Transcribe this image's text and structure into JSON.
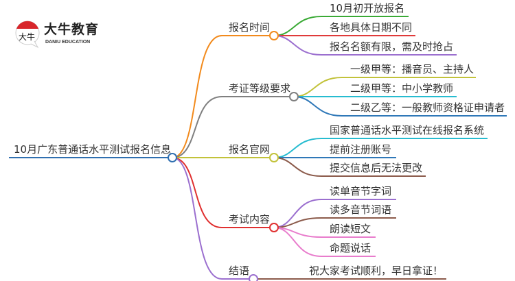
{
  "logo": {
    "name_cn": "大牛教育",
    "name_en": "DANIU EDUCATION",
    "mark": "大牛"
  },
  "root": {
    "label": "10月广东普通话水平测试报名信息",
    "color": "#2f6fb0"
  },
  "branches": [
    {
      "label": "报名时间",
      "color": "#f28a1c",
      "children": [
        {
          "label": "10月初开放报名",
          "color": "#3aaa35"
        },
        {
          "label": "各地具体日期不同",
          "color": "#e03a3a"
        },
        {
          "label": "报名名额有限，需及时抢占",
          "color": "#9b6fcf"
        }
      ]
    },
    {
      "label": "考证等级要求",
      "color": "#7f7f7f",
      "children": [
        {
          "label": "一级甲等：播音员、主持人",
          "color": "#c2c23a"
        },
        {
          "label": "二级甲等：中小学教师",
          "color": "#27bcd0"
        },
        {
          "label": "二级乙等：一般教师资格证申请者",
          "color": "#2f78b8"
        }
      ]
    },
    {
      "label": "报名官网",
      "color": "#c2c23a",
      "children": [
        {
          "label": "国家普通话水平测试在线报名系统",
          "color": "#27bcd0"
        },
        {
          "label": "提前注册账号",
          "color": "#2f78b8"
        },
        {
          "label": "提交信息后无法更改",
          "color": "#8b5a4a"
        }
      ]
    },
    {
      "label": "考试内容",
      "color": "#e03030",
      "children": [
        {
          "label": "读单音节字词",
          "color": "#9b6fcf"
        },
        {
          "label": "读多音节词语",
          "color": "#8b5a4a"
        },
        {
          "label": "朗读短文",
          "color": "#e87ccc"
        },
        {
          "label": "命题说话",
          "color": "#e87ccc"
        }
      ]
    },
    {
      "label": "结语",
      "color": "#9b6fcf",
      "children": [
        {
          "label": "祝大家考试顺利，早日拿证！",
          "color": "#8b5a4a"
        }
      ]
    }
  ]
}
